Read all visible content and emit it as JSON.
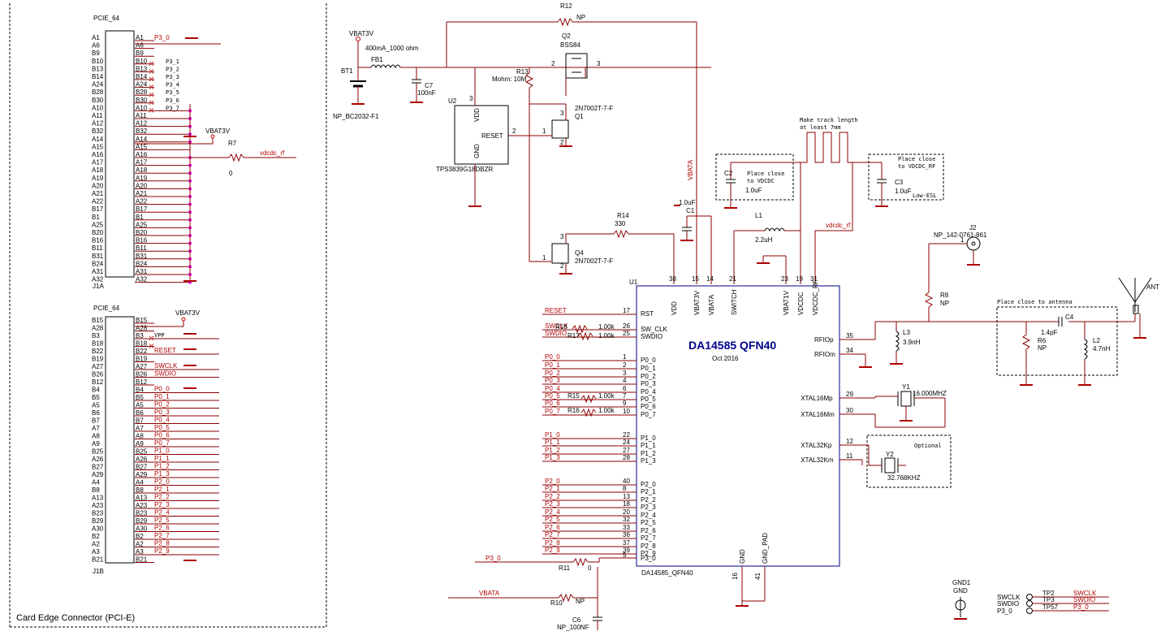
{
  "frame": {
    "label": "Card Edge Connector (PCI-E)"
  },
  "j1a": {
    "type": "PCIE_64",
    "ref": "J1A",
    "left_pins": [
      "A1",
      "A6",
      "B9",
      "B10",
      "B13",
      "B14",
      "A24",
      "B28",
      "B30",
      "A10",
      "A11",
      "A12",
      "B32",
      "A14",
      "A15",
      "A16",
      "A17",
      "A18",
      "A19",
      "A20",
      "A21",
      "A22",
      "B17",
      "B1",
      "A25",
      "B20",
      "B16",
      "B11",
      "B31",
      "B24",
      "A31",
      "A32"
    ],
    "right_pins": [
      "A1",
      "A6",
      "B9",
      "B10",
      "B13",
      "B14",
      "A24",
      "B28",
      "B30",
      "A10",
      "A11",
      "A12",
      "B32",
      "A14",
      "A15",
      "A16",
      "A17",
      "A18",
      "A19",
      "A20",
      "A21",
      "A22",
      "B17",
      "B1",
      "A25",
      "B20",
      "B16",
      "B11",
      "B31",
      "B24",
      "A31",
      "A32"
    ],
    "nc_nets": [
      "P3_1",
      "P3_2",
      "P3_3",
      "P3_4",
      "P3_5",
      "P3_6",
      "P3_7"
    ],
    "p30": "P3_0",
    "vbat": "VBAT3V",
    "r7": "R7",
    "r7_val": "0",
    "vdcdc_rf": "vdcdc_rf"
  },
  "j1b": {
    "type": "PCIE_64",
    "ref": "J1B",
    "left_pins": [
      "B15",
      "A28",
      "B3",
      "B18",
      "B22",
      "B19",
      "A27",
      "B26",
      "B12",
      "B4",
      "B5",
      "A5",
      "B6",
      "B7",
      "A7",
      "A8",
      "A9",
      "B25",
      "A26",
      "B27",
      "A29",
      "A4",
      "B8",
      "A13",
      "A23",
      "B23",
      "B29",
      "A30",
      "B2",
      "A2",
      "A3",
      "B21"
    ],
    "right_pins": [
      "B15",
      "A28",
      "B3",
      "B18",
      "B22",
      "B19",
      "A27",
      "B26",
      "B12",
      "B4",
      "B5",
      "A5",
      "B6",
      "B7",
      "A7",
      "A8",
      "A9",
      "B25",
      "A26",
      "B27",
      "A29",
      "A4",
      "B8",
      "A13",
      "A23",
      "B23",
      "B29",
      "A30",
      "B2",
      "A2",
      "A3",
      "B21"
    ],
    "nets": [
      "",
      "",
      "VPP",
      "",
      "RESET",
      "",
      "SWCLK",
      "SWDIO",
      "",
      "P0_0",
      "P0_1",
      "P0_2",
      "P0_3",
      "P0_4",
      "P0_5",
      "P0_6",
      "P0_7",
      "P1_0",
      "P1_1",
      "P1_2",
      "P1_3",
      "P2_0",
      "P2_1",
      "P2_2",
      "P2_3",
      "P2_4",
      "P2_5",
      "P2_6",
      "P2_7",
      "P2_8",
      "P2_9",
      ""
    ],
    "vbat": "VBAT3V"
  },
  "power": {
    "vbat3v": "VBAT3V",
    "fb1_spec": "400mA_1000 ohm",
    "fb1": "FB1",
    "bt1": "BT1",
    "bt1_val": "NP_BC2032-F1",
    "c7": "C7",
    "c7_val": "100nF",
    "r12": "R12",
    "r12_val": "NP",
    "q2": "Q2",
    "q2_part": "BSS84",
    "r13": "R13",
    "r13_val": "Mohm: 10M",
    "q1": "Q1",
    "q1_part": "2N7002T-7-F",
    "q4": "Q4",
    "q4_part": "2N7002T-7-F",
    "r14": "R14",
    "r14_val": "330",
    "u2": "U2",
    "u2_part": "TPS3839G18DBZR",
    "u2_vdd": "VDD",
    "u2_reset": "RESET",
    "u2_gnd": "GND",
    "vbata": "VBATA"
  },
  "rf": {
    "track_note_1": "Make track length",
    "track_note_2": "at least 7mm",
    "c2": "C2",
    "c2_val": "1.0uF",
    "c2_note_1": "Place close",
    "c2_note_2": "to VDCDC",
    "c3": "C3",
    "c3_val": "1.0uF",
    "c3_extra": "Low-ESL",
    "c3_note_1": "Place close",
    "c3_note_2": "to VDCDC_RF",
    "c1": "C1",
    "c1_val": "1.0uF",
    "l1": "L1",
    "l1_val": "2.2uH",
    "vdcdc_rf": "vdcdc_rf",
    "j2_part": "NP_142-0761-861",
    "j2": "J2",
    "r8": "R8",
    "r8_val": "NP",
    "ant_note": "Place close to antenna",
    "c4": "C4",
    "c4_val": "1.4pF",
    "r6": "R6",
    "r6_val": "NP",
    "l2": "L2",
    "l2_val": "4.7nH",
    "l3": "L3",
    "l3_val": "3.9nH",
    "ant": "ANT",
    "y1": "Y1",
    "y1_val": "16.000MHZ",
    "y2": "Y2",
    "y2_val": "32.768KHZ",
    "optional": "Optional"
  },
  "u1": {
    "ref": "U1",
    "title": "DA14585 QFN40",
    "date": "Oct 2016",
    "part": "DA14585_QFN40",
    "top_pins": [
      {
        "name": "VDD",
        "num": "38"
      },
      {
        "name": "VBAT3V",
        "num": "15"
      },
      {
        "name": "VBATA",
        "num": "14"
      },
      {
        "name": "SWITCH",
        "num": "21"
      },
      {
        "name": "VBAT1V",
        "num": "23"
      },
      {
        "name": "VDCDC",
        "num": "19"
      },
      {
        "name": "VDCDC_RF",
        "num": "31"
      }
    ],
    "left_pins": [
      {
        "name": "RST",
        "num": "17",
        "net": "RESET"
      },
      {
        "name": "SW_CLK",
        "num": "26",
        "net": "SWCLK"
      },
      {
        "name": "SWDIO",
        "num": "25",
        "net": "SWDIO"
      },
      {
        "name": "P0_0",
        "num": "1",
        "net": "P0_0"
      },
      {
        "name": "P0_1",
        "num": "2",
        "net": "P0_1"
      },
      {
        "name": "P0_2",
        "num": "3",
        "net": "P0_2"
      },
      {
        "name": "P0_3",
        "num": "4",
        "net": "P0_3"
      },
      {
        "name": "P0_4",
        "num": "6",
        "net": "P0_4"
      },
      {
        "name": "P0_5",
        "num": "7",
        "net": "P0_5"
      },
      {
        "name": "P0_6",
        "num": "9",
        "net": "P0_6"
      },
      {
        "name": "P0_7",
        "num": "10",
        "net": "P0_7"
      },
      {
        "name": "P1_0",
        "num": "22",
        "net": "P1_0"
      },
      {
        "name": "P1_1",
        "num": "24",
        "net": "P1_1"
      },
      {
        "name": "P1_2",
        "num": "27",
        "net": "P1_2"
      },
      {
        "name": "P1_3",
        "num": "28",
        "net": "P1_3"
      },
      {
        "name": "P2_0",
        "num": "40",
        "net": "P2_0"
      },
      {
        "name": "P2_1",
        "num": "8",
        "net": "P2_1"
      },
      {
        "name": "P2_2",
        "num": "13",
        "net": "P2_2"
      },
      {
        "name": "P2_3",
        "num": "18",
        "net": "P2_3"
      },
      {
        "name": "P2_4",
        "num": "20",
        "net": "P2_4"
      },
      {
        "name": "P2_5",
        "num": "32",
        "net": "P2_5"
      },
      {
        "name": "P2_6",
        "num": "33",
        "net": "P2_6"
      },
      {
        "name": "P2_7",
        "num": "36",
        "net": "P2_7"
      },
      {
        "name": "P2_8",
        "num": "37",
        "net": "P2_8"
      },
      {
        "name": "P2_9",
        "num": "39",
        "net": "P2_9"
      },
      {
        "name": "P3_0",
        "num": "5",
        "net": ""
      }
    ],
    "right_pins": [
      {
        "name": "RFIOp",
        "num": "35"
      },
      {
        "name": "RFIOm",
        "num": "34"
      },
      {
        "name": "XTAL16Mp",
        "num": "29"
      },
      {
        "name": "XTAL16Mm",
        "num": "30"
      },
      {
        "name": "XTAL32Kp",
        "num": "12"
      },
      {
        "name": "XTAL32Km",
        "num": "11"
      }
    ],
    "bottom_pins": [
      {
        "name": "GND",
        "num": "16"
      },
      {
        "name": "GND_PAD",
        "num": "41"
      }
    ],
    "r18": "R18",
    "r18_val": "1.00k",
    "r17": "R17",
    "r17_val": "1.00k",
    "r15": "R15",
    "r15_val": "1.00k",
    "r16": "R16",
    "r16_val": "1.00k"
  },
  "bottom": {
    "p30": "P3_0",
    "r11": "R11",
    "r11_val": "0",
    "vbata": "VBATA",
    "r10": "R10",
    "r10_val": "NP",
    "c6": "C6",
    "c6_val": "NP_100NF",
    "gnd1": "GND1",
    "gnd1_val": "GND",
    "tp_labels": [
      "SWCLK",
      "SWDIO",
      "P3_0"
    ],
    "tp_refs": [
      "TP2",
      "TP3",
      "TP57"
    ],
    "tp_nets": [
      "SWCLK",
      "SWDIO",
      "P3_0"
    ]
  },
  "colors": {
    "wire": "#8b0000",
    "junction": "#e000e0",
    "chip": "#00008b"
  }
}
